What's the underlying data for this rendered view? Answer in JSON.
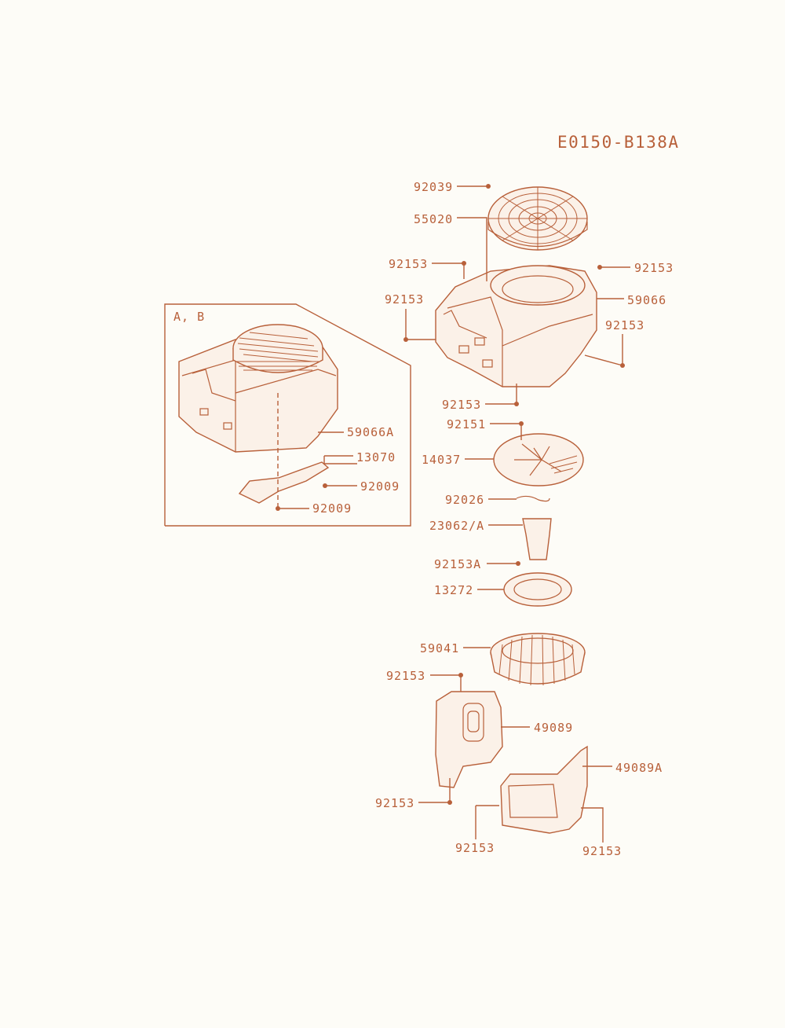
{
  "diagram": {
    "title": "E0150-B138A",
    "inset_label": "A, B",
    "colors": {
      "line": "#b8603a",
      "background": "#fdfcf7",
      "fill": "#fbf1e8"
    },
    "labels": {
      "l_92039": "92039",
      "l_55020": "55020",
      "l_92153_a": "92153",
      "l_92153_b": "92153",
      "l_92153_c": "92153",
      "l_59066": "59066",
      "l_92153_d": "92153",
      "l_92153_e": "92153",
      "l_92151": "92151",
      "l_14037": "14037",
      "l_92026": "92026",
      "l_23062A": "23062/A",
      "l_92153A": "92153A",
      "l_13272": "13272",
      "l_59041": "59041",
      "l_92153_f": "92153",
      "l_49089": "49089",
      "l_49089A": "49089A",
      "l_92153_g": "92153",
      "l_92153_h": "92153",
      "l_92153_i": "92153",
      "l_59066A": "59066A",
      "l_13070": "13070",
      "l_92009_a": "92009",
      "l_92009_b": "92009"
    }
  }
}
